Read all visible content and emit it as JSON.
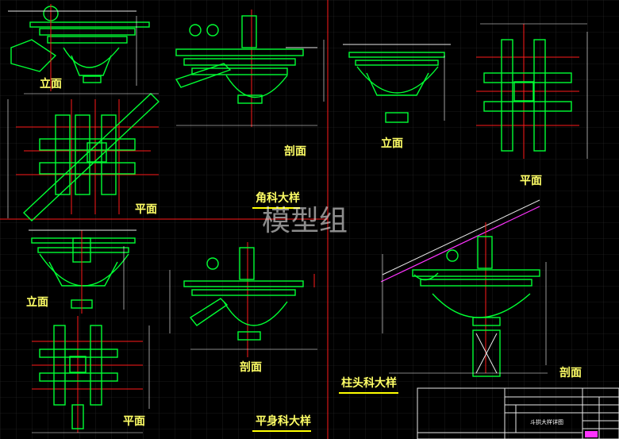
{
  "colors": {
    "background": "#000000",
    "grid": "#333333",
    "members": "#00ff33",
    "center_lines": "#ff1a1a",
    "dimensions": "#ffffff",
    "labels": "#ffff66",
    "rafters": "#ff33ff"
  },
  "sections": {
    "corner": {
      "title": "角科大样",
      "elevation_label": "立面",
      "section_label": "剖面",
      "plan_label": "平面"
    },
    "column_head": {
      "title": "柱头科大样",
      "elevation_label": "立面",
      "section_label": "剖面",
      "plan_label": "平面"
    },
    "intermediate": {
      "title": "平身科大样",
      "elevation_label": "立面",
      "section_label": "剖面",
      "plan_label": "平面"
    }
  },
  "watermark": "模型组",
  "title_block": {
    "drawing_name": "斗拱大样详图"
  }
}
